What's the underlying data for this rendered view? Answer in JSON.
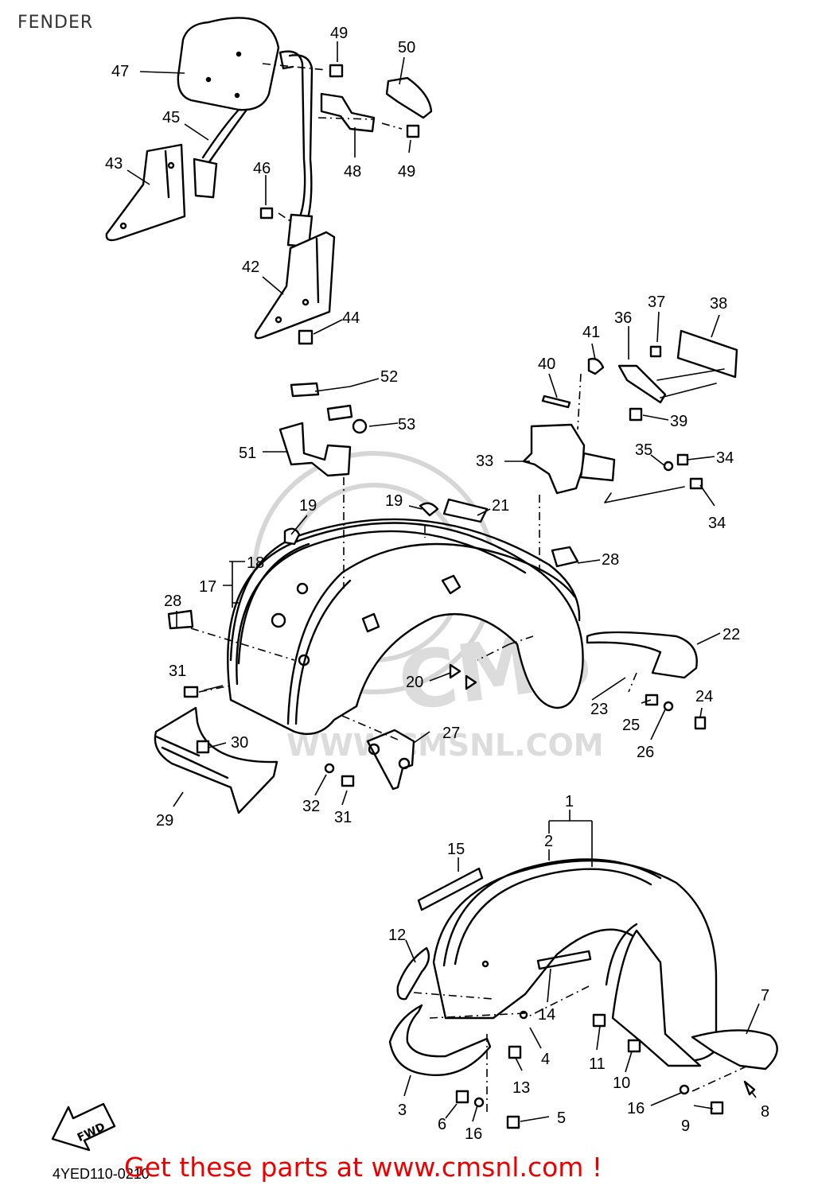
{
  "title": "FENDER",
  "diagram_code": "4YED110-0210",
  "promo_text": "Get these parts at www.cmsnl.com !",
  "watermark_text": "WWW.CMSNL.COM",
  "watermark_logo_text": "CMS",
  "fwd_label": "FWD",
  "callouts": {
    "c1": "1",
    "c2": "2",
    "c3": "3",
    "c4": "4",
    "c5": "5",
    "c6": "6",
    "c7": "7",
    "c8": "8",
    "c9": "9",
    "c10": "10",
    "c11": "11",
    "c12": "12",
    "c13": "13",
    "c14": "14",
    "c15": "15",
    "c16a": "16",
    "c16b": "16",
    "c17": "17",
    "c18": "18",
    "c19a": "19",
    "c19b": "19",
    "c20": "20",
    "c21": "21",
    "c22": "22",
    "c23": "23",
    "c24": "24",
    "c25": "25",
    "c26": "26",
    "c27": "27",
    "c28a": "28",
    "c28b": "28",
    "c29": "29",
    "c30": "30",
    "c31a": "31",
    "c31b": "31",
    "c32": "32",
    "c33": "33",
    "c34a": "34",
    "c34b": "34",
    "c35": "35",
    "c36": "36",
    "c37": "37",
    "c38": "38",
    "c39": "39",
    "c40": "40",
    "c41": "41",
    "c42": "42",
    "c43": "43",
    "c44": "44",
    "c45": "45",
    "c46": "46",
    "c47": "47",
    "c48": "48",
    "c49a": "49",
    "c49b": "49",
    "c50": "50",
    "c51": "51",
    "c52": "52",
    "c53": "53"
  }
}
